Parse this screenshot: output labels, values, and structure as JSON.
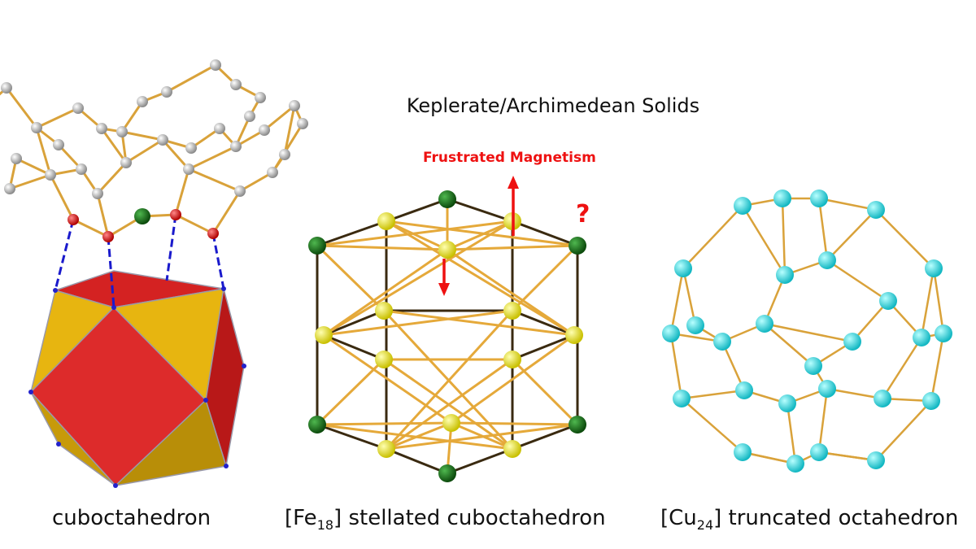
{
  "title": "Keplerate/Archimedean Solids",
  "annotation": "Frustrated Magnetism",
  "question_mark": "?",
  "captions": {
    "left": "cuboctahedron",
    "middle": {
      "prefix": "[Fe",
      "sub": "18",
      "suffix": "] stellated cuboctahedron"
    },
    "right": {
      "prefix": "[Cu",
      "sub": "24",
      "suffix": "] truncated octahedron"
    }
  },
  "colors": {
    "bond": "#d9a23a",
    "fe_green": "#1f7a1f",
    "fe_yellow": "#e9e022",
    "cu_cyan": "#22d3dd",
    "oxygen_red": "#dd0000",
    "carbon_gray": "#c8c8c8",
    "hbond_blue": "#1a1acc",
    "face_red": "#dd2a2a",
    "face_yellow": "#e6b800",
    "arrow_red": "#ee1111"
  }
}
